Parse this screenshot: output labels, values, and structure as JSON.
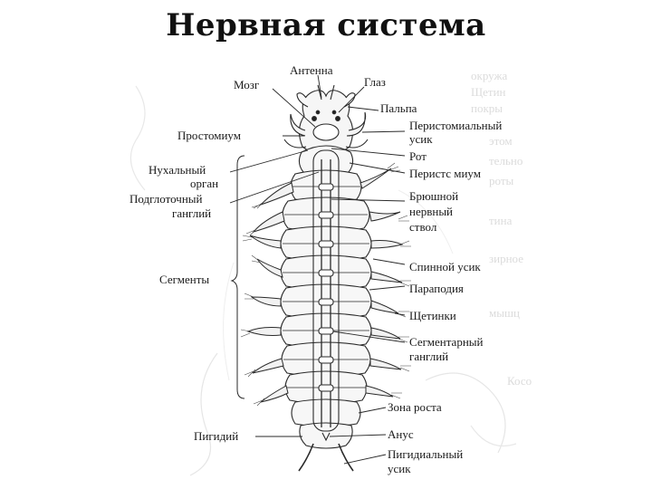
{
  "title": "Нервная система",
  "labels": {
    "brain": "Мозг",
    "antenna": "Антенна",
    "eye": "Глаз",
    "palp": "Пальпа",
    "prostomium": "Простомиум",
    "peristomial_cirrus_1": "Перистомиальный",
    "peristomial_cirrus_2": "усик",
    "mouth": "Рот",
    "peristomium": "Перистс миум",
    "nuchal_organ_1": "Нухальный",
    "nuchal_organ_2": "орган",
    "subpharyngeal_ganglion_1": "Подглоточный",
    "subpharyngeal_ganglion_2": "ганглий",
    "ventral_nerve_cord_1": "Брюшной",
    "ventral_nerve_cord_2": "нервный",
    "ventral_nerve_cord_3": "ствол",
    "segments": "Сегменты",
    "dorsal_cirrus": "Спинной усик",
    "parapodium": "Параподия",
    "chaetae": "Щетинки",
    "segmental_ganglion_1": "Сегментарный",
    "segmental_ganglion_2": "ганглий",
    "growth_zone": "Зона роста",
    "pygidium": "Пигидий",
    "anus": "Анус",
    "pygidial_cirrus_1": "Пигидиальный",
    "pygidial_cirrus_2": "усик"
  },
  "background_text": [
    "окружа",
    "Щетин",
    "покры",
    "этом",
    "тельно",
    "роты",
    "тина",
    "зирное",
    "мышц",
    "Косо"
  ]
}
